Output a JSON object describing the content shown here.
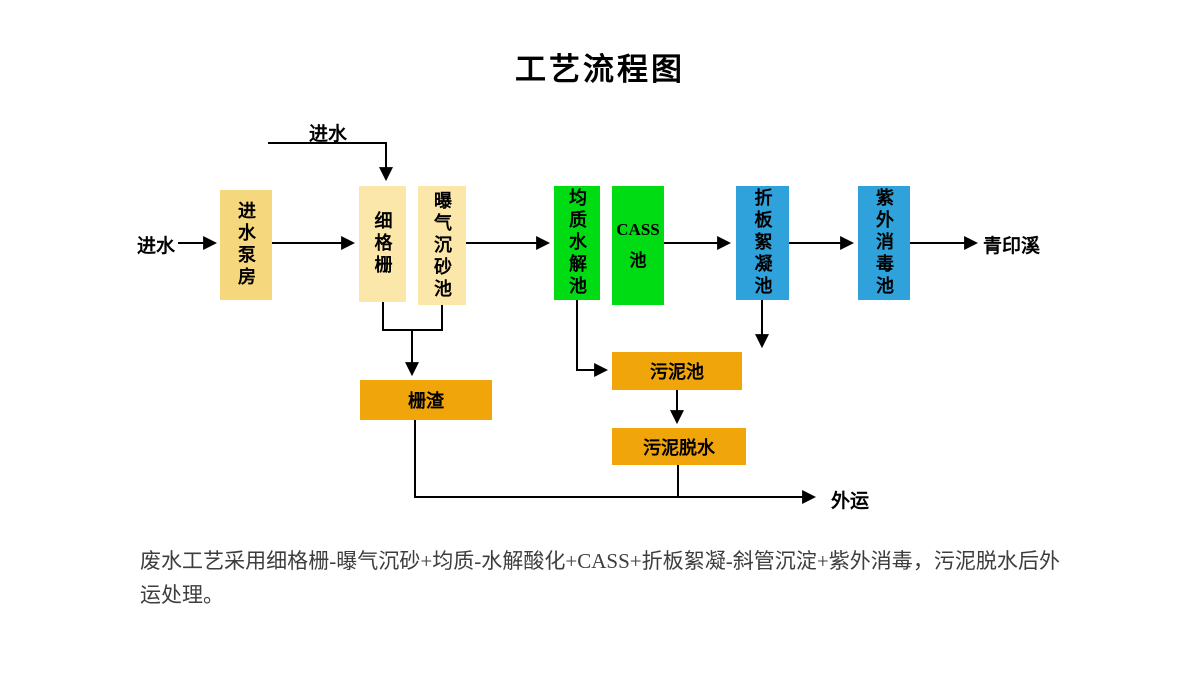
{
  "title": "工艺流程图",
  "diagram": {
    "labels": {
      "inflow_left": "进水",
      "inflow_top": "进水",
      "outfall": "青印溪",
      "haul_away": "外运"
    },
    "boxes": {
      "pump_station": {
        "label": "进水泵房",
        "color": "#F5D87E"
      },
      "fine_screen": {
        "label": "细格栅",
        "color": "#FBE7A9"
      },
      "aerated_grit": {
        "label": "曝气沉砂池",
        "color": "#FBE7A9"
      },
      "equalization_hydrolysis": {
        "label": "均质水解池",
        "color": "#00DC13"
      },
      "cass": {
        "label": "CASS池",
        "lines": [
          "CASS",
          "池"
        ],
        "color": "#00DC13"
      },
      "baffled_flocculation": {
        "label": "折板絮凝池",
        "color": "#2FA2DB"
      },
      "uv_disinfection": {
        "label": "紫外消毒池",
        "color": "#2FA2DB"
      },
      "screenings": {
        "label": "栅渣",
        "color": "#F0A50A"
      },
      "sludge_tank": {
        "label": "污泥池",
        "color": "#F0A50A"
      },
      "sludge_dewatering": {
        "label": "污泥脱水",
        "color": "#F0A50A"
      }
    },
    "line_color": "#000000"
  },
  "description": "废水工艺采用细格栅-曝气沉砂+均质-水解酸化+CASS+折板絮凝-斜管沉淀+紫外消毒，污泥脱水后外运处理。"
}
